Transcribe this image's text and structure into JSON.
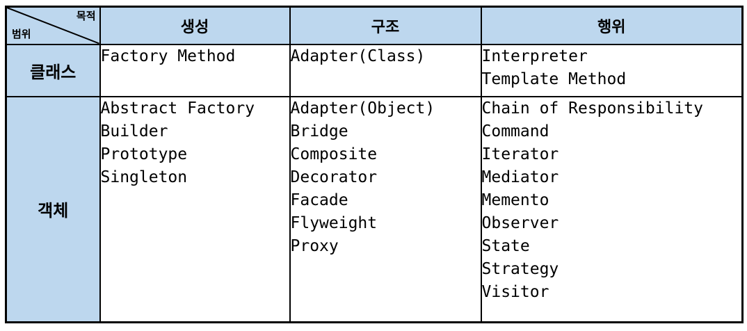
{
  "table": {
    "corner": {
      "purpose_label": "목적",
      "scope_label": "범위"
    },
    "column_headers": [
      {
        "label": "생성"
      },
      {
        "label": "구조"
      },
      {
        "label": "행위"
      }
    ],
    "rows": [
      {
        "scope_label": "클래스",
        "cells": [
          [
            "Factory Method"
          ],
          [
            "Adapter(Class)"
          ],
          [
            "Interpreter",
            "Template Method"
          ]
        ]
      },
      {
        "scope_label": "객체",
        "cells": [
          [
            "Abstract Factory",
            "Builder",
            "Prototype",
            "Singleton"
          ],
          [
            "Adapter(Object)",
            "Bridge",
            "Composite",
            "Decorator",
            "Facade",
            "Flyweight",
            "Proxy"
          ],
          [
            "Chain of Responsibility",
            "Command",
            "Iterator",
            "Mediator",
            "Memento",
            "Observer",
            "State",
            "Strategy",
            "Visitor"
          ]
        ]
      }
    ],
    "colors": {
      "header_fill": "#BDD7EE",
      "cell_fill": "#FFFFFF",
      "border": "#000000"
    }
  }
}
